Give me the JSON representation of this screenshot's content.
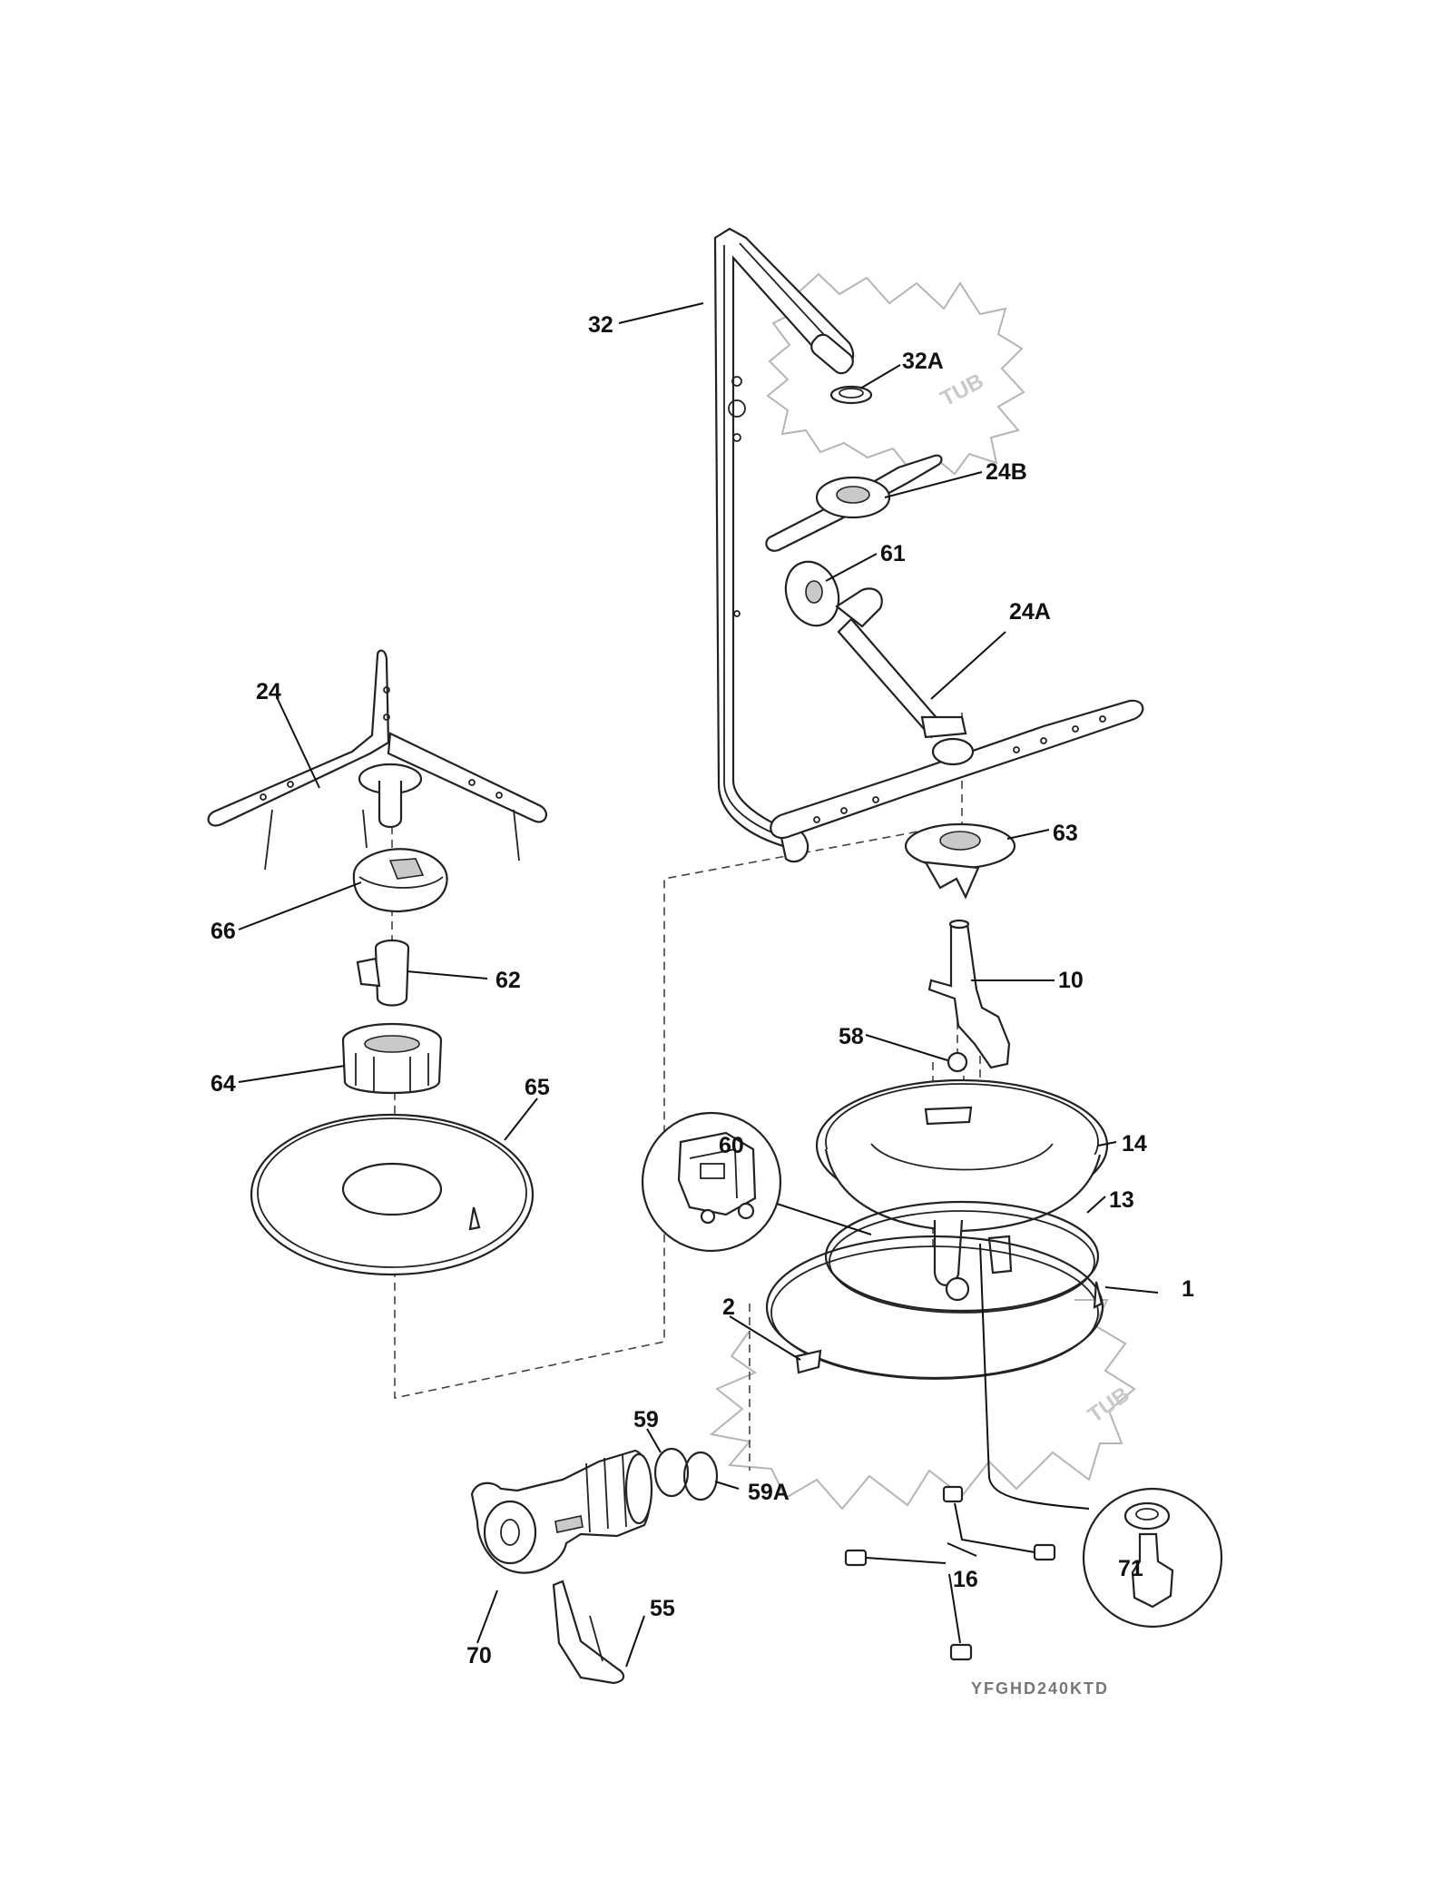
{
  "labels": {
    "p32": "32",
    "p32A": "32A",
    "p24B": "24B",
    "p61": "61",
    "p24A": "24A",
    "p24": "24",
    "p63": "63",
    "p66": "66",
    "p62": "62",
    "p10": "10",
    "p58": "58",
    "p64": "64",
    "p65": "65",
    "p60": "60",
    "p14": "14",
    "p13": "13",
    "p1": "1",
    "p2": "2",
    "p59": "59",
    "p59A": "59A",
    "p16": "16",
    "p71": "71",
    "p55": "55",
    "p70": "70"
  },
  "watermarks": {
    "tub_upper": "TUB",
    "tub_lower": "TUB"
  },
  "drawing_code": "YFGHD240KTD"
}
